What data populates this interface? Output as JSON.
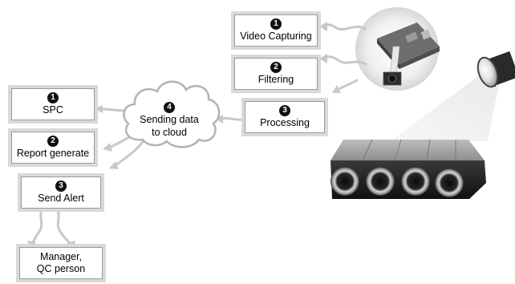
{
  "steps": {
    "video_capturing": {
      "number": "1",
      "label": "Video Capturing"
    },
    "filtering": {
      "number": "2",
      "label": "Filtering"
    },
    "processing": {
      "number": "3",
      "label": "Processing"
    },
    "sending_data": {
      "number": "4",
      "line1": "Sending data",
      "line2": "to cloud"
    }
  },
  "outputs": {
    "spc": {
      "number": "1",
      "label": "SPC"
    },
    "report_generate": {
      "number": "2",
      "label": "Report generate"
    },
    "send_alert": {
      "number": "3",
      "label": "Send Alert"
    },
    "recipient": {
      "line1": "Manager,",
      "line2": "QC person"
    }
  },
  "images": {
    "camera_board": "raspberry-pi-camera-board",
    "light_source": "spotlight-camera",
    "production_line": "conveyor-with-bottles"
  },
  "colors": {
    "arrow": "#c8c8c8",
    "box_shadow": "#d9d9d9",
    "box_border": "#9a9a9a",
    "badge": "#111111"
  }
}
